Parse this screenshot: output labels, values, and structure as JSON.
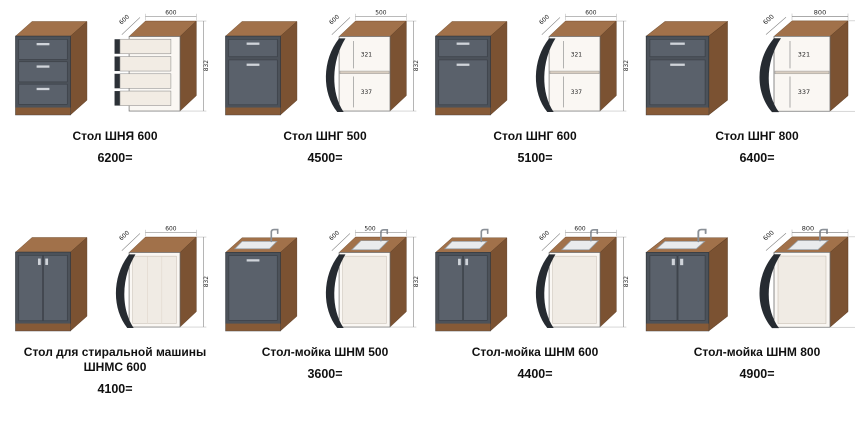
{
  "colors": {
    "wood": "#a1714a",
    "cabinet_front": "#4c525a",
    "background": "#ffffff"
  },
  "products": [
    {
      "name": "Стол ШНЯ 600",
      "price": "6200=",
      "type": "drawer-unit",
      "width_mm": "600",
      "depth_mm": "600",
      "height_mm": "832"
    },
    {
      "name": "Стол ШНГ 500",
      "price": "4500=",
      "type": "open-shelf-unit",
      "width_mm": "500",
      "depth_mm": "600",
      "height_mm": "832",
      "opening_top_mm": "321",
      "opening_bottom_mm": "337"
    },
    {
      "name": "Стол ШНГ 600",
      "price": "5100=",
      "type": "open-shelf-unit",
      "width_mm": "600",
      "depth_mm": "600",
      "height_mm": "832",
      "opening_top_mm": "321",
      "opening_bottom_mm": "337"
    },
    {
      "name": "Стол ШНГ 800",
      "price": "6400=",
      "type": "open-shelf-unit",
      "width_mm": "800",
      "depth_mm": "600",
      "height_mm": "832",
      "opening_top_mm": "321",
      "opening_bottom_mm": "337"
    },
    {
      "name": "Стол для стиральной машины ШНМС 600",
      "price": "4100=",
      "type": "washer-unit",
      "width_mm": "600",
      "depth_mm": "600",
      "height_mm": "832"
    },
    {
      "name": "Стол-мойка ШНМ 500",
      "price": "3600=",
      "type": "sink-unit",
      "width_mm": "500",
      "depth_mm": "600",
      "height_mm": "832"
    },
    {
      "name": "Стол-мойка ШНМ 600",
      "price": "4400=",
      "type": "sink-unit",
      "width_mm": "600",
      "depth_mm": "600",
      "height_mm": "832"
    },
    {
      "name": "Стол-мойка ШНМ 800",
      "price": "4900=",
      "type": "sink-unit",
      "width_mm": "800",
      "depth_mm": "600",
      "height_mm": "832"
    }
  ]
}
